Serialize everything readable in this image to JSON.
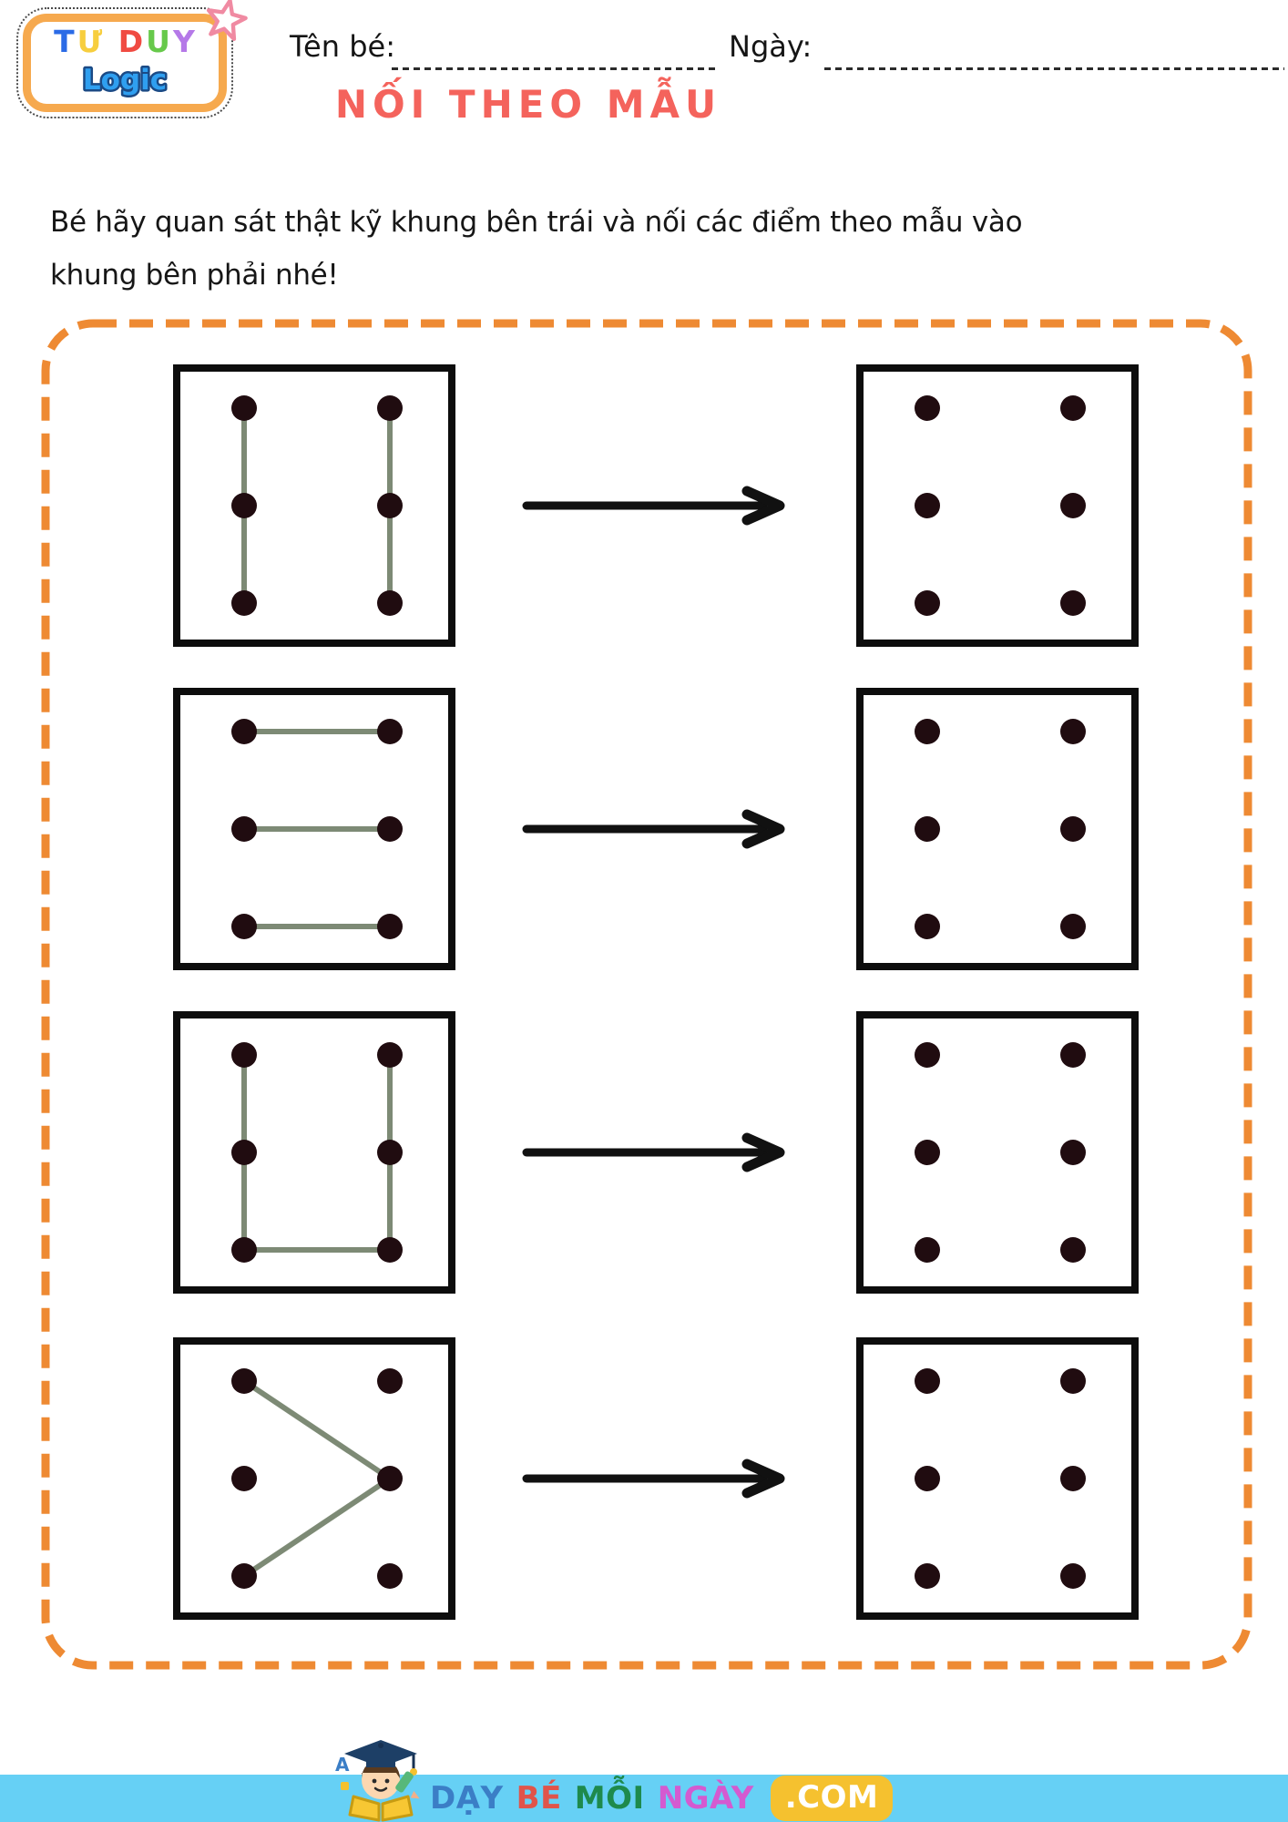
{
  "theme": {
    "orange": "#ee8a33",
    "badgeOrange": "#f6a94e",
    "titleRed": "#f4635c",
    "barBlue": "#66d0f5",
    "comYellow": "#f5c12f",
    "ink": "#141414"
  },
  "logo": {
    "line1_letters": [
      {
        "ch": "T",
        "color": "#2b6be6"
      },
      {
        "ch": "Ư",
        "color": "#f7ce3e"
      },
      {
        "ch": " ",
        "color": "#000000"
      },
      {
        "ch": "D",
        "color": "#f04b42"
      },
      {
        "ch": "U",
        "color": "#67c94b"
      },
      {
        "ch": "Y",
        "color": "#b579e8"
      }
    ],
    "line2": {
      "text": "Logic",
      "fill": "#2f9ff0",
      "outline": "#1b4a85"
    },
    "star_color": "#f08aa2"
  },
  "header": {
    "name_label": "Tên bé:",
    "date_label": "Ngày:"
  },
  "title": {
    "text": "NỐI THEO MẪU"
  },
  "instructions": {
    "line1": "Bé hãy quan sát thật kỹ khung bên trái và nối các điểm theo mẫu vào",
    "line2": "khung bên phải nhé!"
  },
  "activity": {
    "frame_color": "#0d0d0d",
    "dot_color": "#200c10",
    "line_color": "#7d8a75",
    "arrow_color": "#111111",
    "grid": {
      "cols": [
        78,
        238
      ],
      "rows": [
        48,
        155,
        262
      ],
      "dot_radius": 14
    },
    "rows": [
      {
        "name": "two-vertical-lines",
        "segments": [
          [
            [
              0,
              0
            ],
            [
              0,
              2
            ]
          ],
          [
            [
              1,
              0
            ],
            [
              1,
              2
            ]
          ]
        ]
      },
      {
        "name": "three-horizontal-lines",
        "segments": [
          [
            [
              0,
              0
            ],
            [
              1,
              0
            ]
          ],
          [
            [
              0,
              1
            ],
            [
              1,
              1
            ]
          ],
          [
            [
              0,
              2
            ],
            [
              1,
              2
            ]
          ]
        ]
      },
      {
        "name": "u-shape",
        "segments": [
          [
            [
              0,
              0
            ],
            [
              0,
              2
            ]
          ],
          [
            [
              1,
              0
            ],
            [
              1,
              2
            ]
          ],
          [
            [
              0,
              2
            ],
            [
              1,
              2
            ]
          ]
        ]
      },
      {
        "name": "chevron-right",
        "segments": [
          [
            [
              0,
              0
            ],
            [
              1,
              1
            ]
          ],
          [
            [
              1,
              1
            ],
            [
              0,
              2
            ]
          ]
        ]
      }
    ]
  },
  "footer": {
    "words": [
      {
        "text": "DẠY",
        "color": "#3b7ec6"
      },
      {
        "text": "BÉ",
        "color": "#e0544a"
      },
      {
        "text": "MỖI",
        "color": "#1e8a4c"
      },
      {
        "text": "NGÀY",
        "color": "#d45ad0"
      }
    ],
    "com": {
      "text": ".COM"
    }
  }
}
